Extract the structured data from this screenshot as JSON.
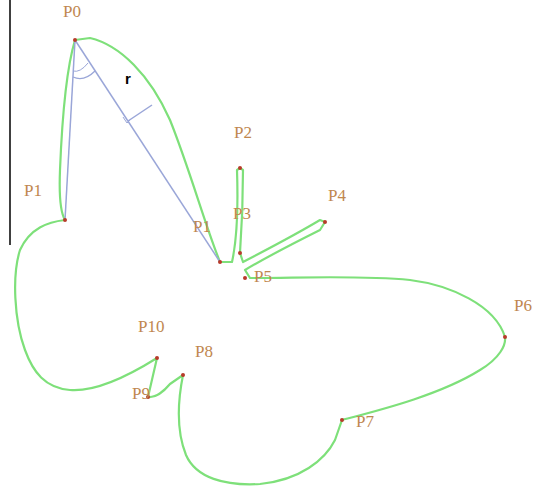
{
  "diagram": {
    "labels": [
      "P0",
      "P1",
      "r",
      "P2",
      "P3",
      "P4",
      "P1",
      "P5",
      "P6",
      "P10",
      "P8",
      "P9",
      "P7"
    ]
  }
}
